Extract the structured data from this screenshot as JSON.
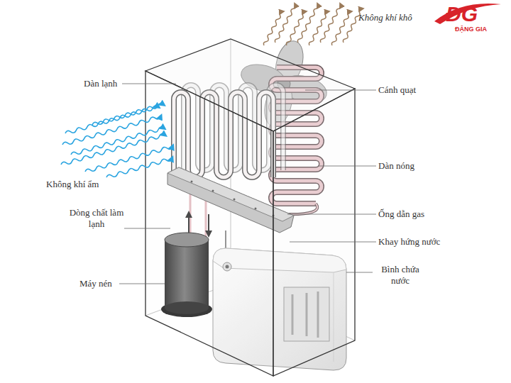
{
  "diagram": {
    "labels": [
      "Không khí khô",
      "Dàn lạnh",
      "Cánh quạt",
      "Dàn nóng",
      "Không khí ẩm",
      "Dòng chất làm lạnh",
      "Ống dẫn gas",
      "Máy nén",
      "Khay hứng nước",
      "Bình chứa nước",
      "ĐG",
      "ĐẶNG GIA"
    ]
  }
}
